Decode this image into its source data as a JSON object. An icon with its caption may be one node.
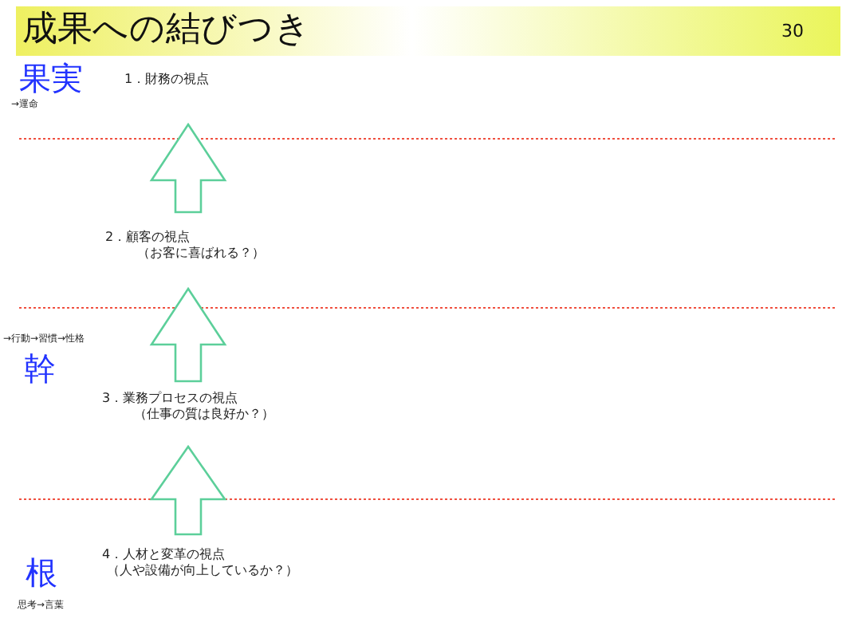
{
  "diagram": {
    "title": "成果への結びつき",
    "nodes": [
      {
        "text": [
          "1．財務の視点"
        ]
      },
      {
        "text": [
          "2．顧客の視点",
          "（お客に喜ばれる？）"
        ]
      },
      {
        "text": [
          "3．業務プロセスの視点",
          "（仕事の質は良好か？）"
        ]
      },
      {
        "text": [
          "4．人材と変革の視点",
          "（人や設備が向上しているか？）"
        ]
      }
    ],
    "edges": [
      {
        "from": 1,
        "to": 0,
        "arrow": "to"
      },
      {
        "from": 2,
        "to": 1,
        "arrow": "to"
      },
      {
        "from": 3,
        "to": 2,
        "arrow": "to"
      }
    ],
    "labels": [
      "30",
      "果実",
      "→運命",
      "→行動→習慣→性格",
      "幹",
      "根",
      "思考→言葉"
    ]
  }
}
